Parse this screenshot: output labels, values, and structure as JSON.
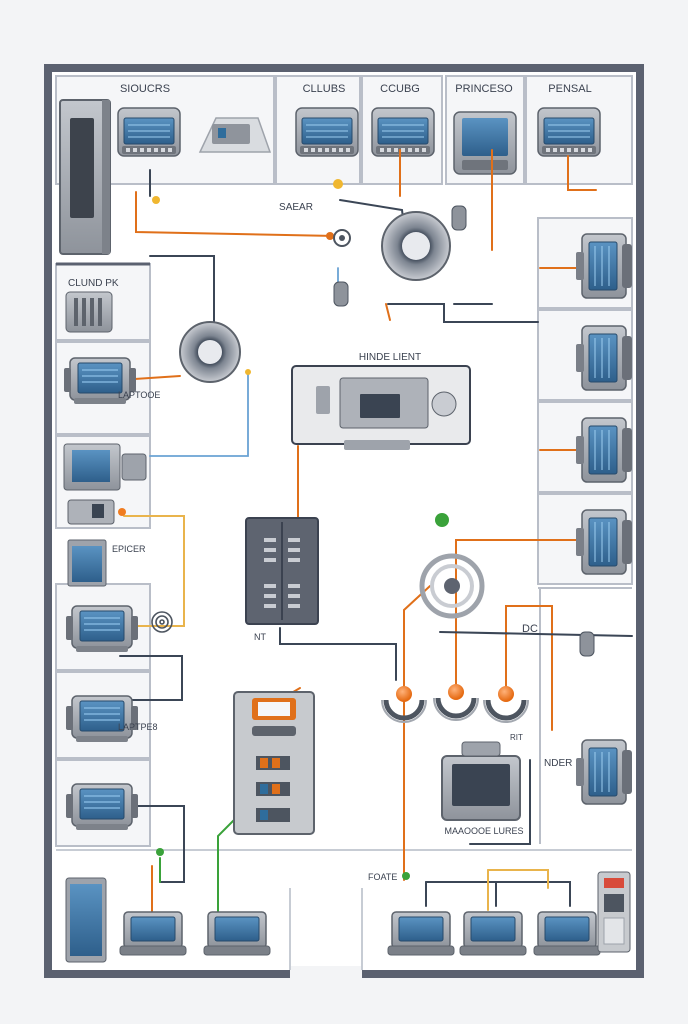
{
  "diagram": {
    "rooms": [
      {
        "id": "sources",
        "label": "SIOUCRS"
      },
      {
        "id": "cllubs",
        "label": "CLLUBS"
      },
      {
        "id": "ccubg",
        "label": "CCUBG"
      },
      {
        "id": "princeso",
        "label": "PRINCESO"
      },
      {
        "id": "pensal",
        "label": "PENSAL"
      }
    ],
    "labels": {
      "saear": "SAEAR",
      "cluno_pk": "CLUND PK",
      "laptop": "LAPTOOE",
      "hindelient": "HINDE LIENT",
      "epicer": "EPICER",
      "nt": "NT",
      "dc": "DC",
      "laptops": "LAPTPE8",
      "rit": "RIT",
      "ndcr": "NDER",
      "machine_lures": "MAAOOOE LURES",
      "foate": "FOATE"
    },
    "colors": {
      "wall": "#5b6170",
      "floor": "#ffffff",
      "partition": "#b9bec8",
      "device_body": "#9ea3ab",
      "screen": "#3f78a6",
      "wire_orange": "#e0701a",
      "wire_dark": "#3b4656",
      "wire_blue": "#6aa2d4",
      "wire_yellow": "#e9b44c",
      "wire_green": "#3aa23a",
      "node_orange": "#f07c20",
      "node_green": "#3aa23a"
    }
  }
}
